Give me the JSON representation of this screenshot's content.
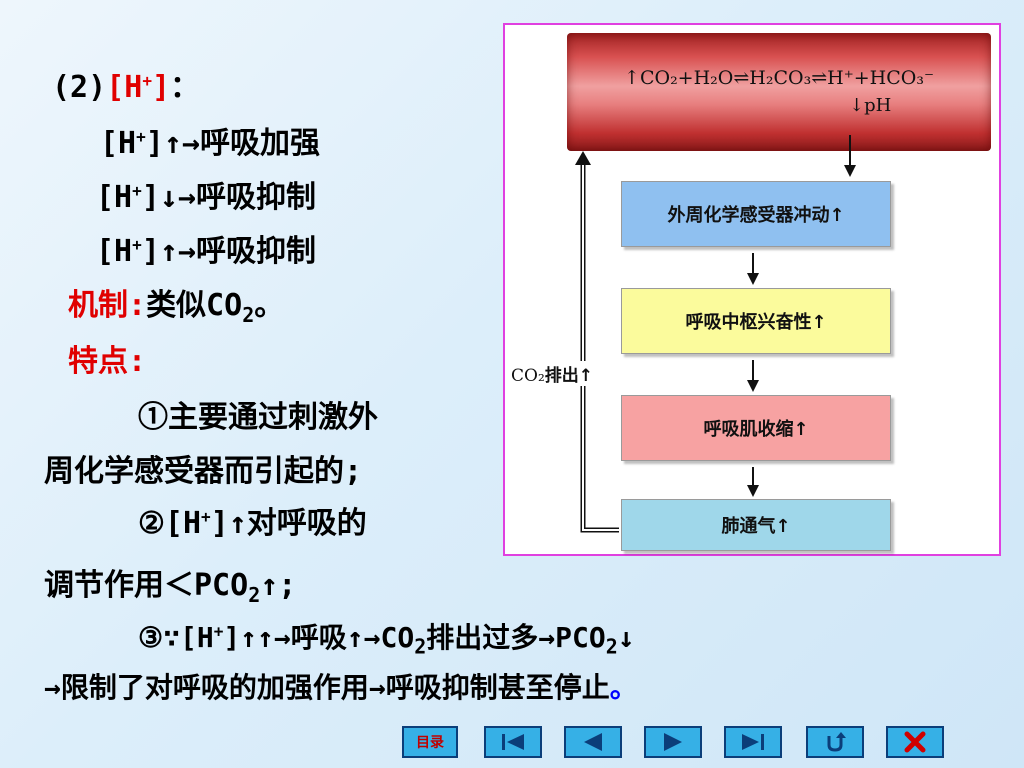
{
  "text": {
    "l1_prefix": "(2)",
    "l1_h": "[H",
    "l1_plus": "+",
    "l1_close": "]",
    "l1_colon": "：",
    "row_h": "[H",
    "row_plus": "+",
    "row_close": "]",
    "row_up": "↑",
    "row_down": "↓",
    "row_arrow": "→",
    "row1_result": "呼吸加强",
    "row2_result": "呼吸抑制",
    "row3_result": "呼吸抑制",
    "mech_label": "机制:",
    "mech_text": "类似CO",
    "mech_sub": "2",
    "mech_end": "。",
    "feat_label": "特点:",
    "p1a": "①主要通过刺激外",
    "p1b": "周化学感受器而引起的;",
    "p2a_1": "②[H",
    "p2a_plus": "+",
    "p2a_2": "]↑对呼吸的",
    "p2b_1": "调节作用＜PCO",
    "p2b_sub": "2",
    "p2b_2": "↑;",
    "p3_1": "③∵[H",
    "p3_plus": "+",
    "p3_2": "]↑↑→呼吸↑→CO",
    "p3_sub1": "2",
    "p3_3": "排出过多→PCO",
    "p3_sub2": "2",
    "p3_4": "↓",
    "p4": "→限制了对呼吸的加强作用→呼吸抑制甚至停止",
    "p4_end": "。"
  },
  "diagram": {
    "equation": "↑CO₂+H₂O⇌H₂CO₃⇌H⁺+HCO₃⁻",
    "ph": "↓pH",
    "box1": "外周化学感受器冲动↑",
    "box2": "呼吸中枢兴奋性↑",
    "box3": "呼吸肌收缩↑",
    "box4": "肺通气↑",
    "co2_prefix": "CO₂",
    "co2_label": "排出↑"
  },
  "nav": {
    "menu_label": "目录"
  }
}
